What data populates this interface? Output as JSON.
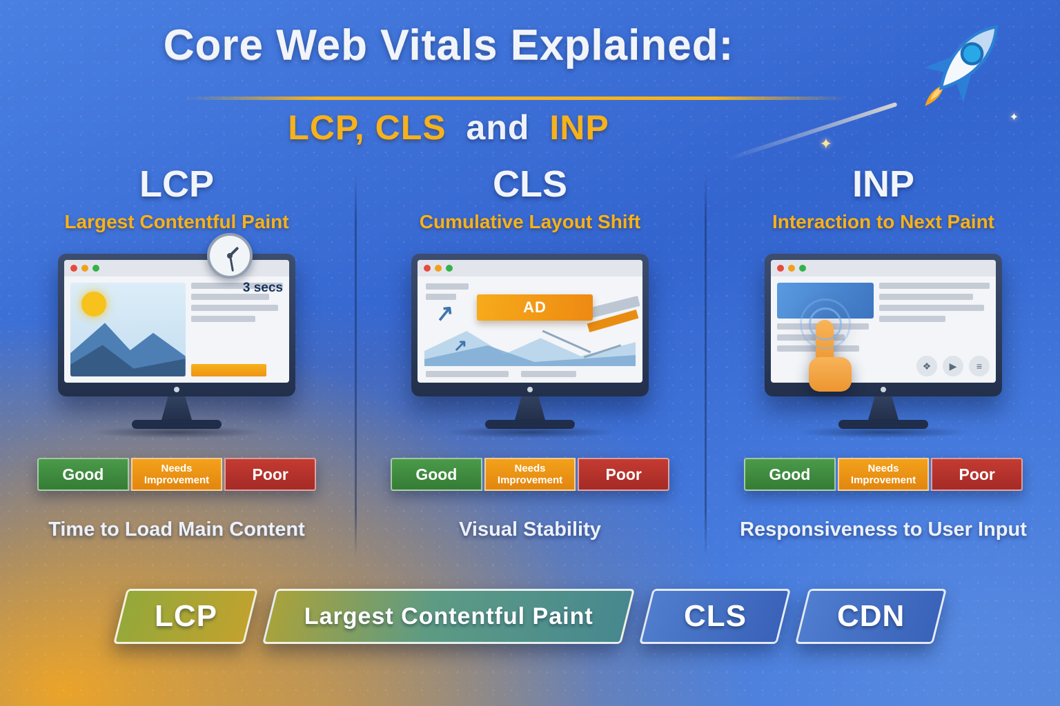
{
  "title": "Core Web Vitals Explained:",
  "subtitle": {
    "metrics_left": "LCP, CLS",
    "connector": "and",
    "metrics_right": "INP"
  },
  "columns": [
    {
      "abbr": "LCP",
      "name": "Largest Contentful Paint",
      "caption": "Time to Load Main Content",
      "load_time_badge": "3 secs"
    },
    {
      "abbr": "CLS",
      "name": "Cumulative Layout Shift",
      "caption": "Visual Stability",
      "ad_label": "AD"
    },
    {
      "abbr": "INP",
      "name": "Interaction to Next Paint",
      "caption": "Responsiveness to User Input"
    }
  ],
  "rating_scale": {
    "good": "Good",
    "needs_line1": "Needs",
    "needs_line2": "Improvement",
    "poor": "Poor"
  },
  "bottom_banners": [
    {
      "label": "LCP"
    },
    {
      "label": "Largest Contentful Paint"
    },
    {
      "label": "CLS"
    },
    {
      "label": "CDN"
    }
  ],
  "icons": {
    "shift_arrow": "↗",
    "sparkle": "✦",
    "grid_glyph": "❖",
    "play_glyph": "▶",
    "menu_glyph": "≡"
  },
  "colors": {
    "accent_gold": "#f6b21b",
    "good_green": "#357c35",
    "needs_orange": "#e2860f",
    "poor_red": "#a52a26",
    "background_blue": "#3465cf"
  }
}
